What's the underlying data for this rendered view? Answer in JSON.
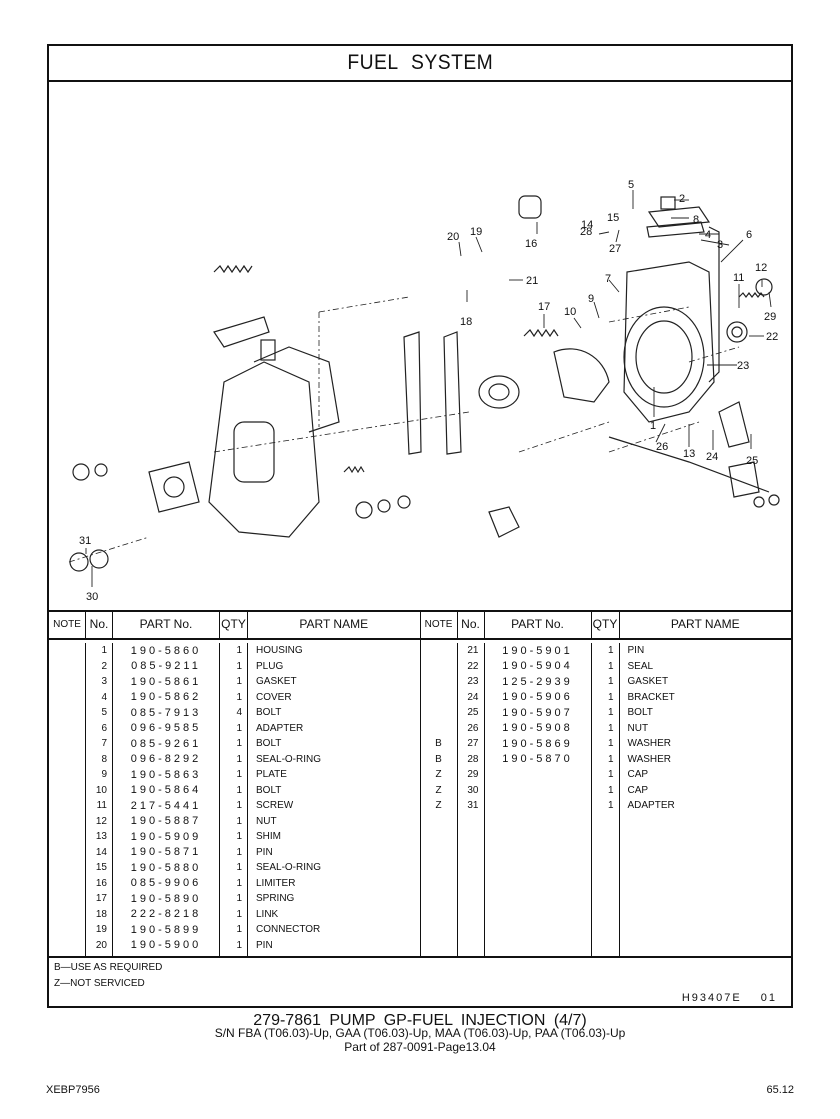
{
  "title": "FUEL SYSTEM",
  "diagram": {
    "callouts": [
      "1",
      "2",
      "3",
      "4",
      "5",
      "6",
      "7",
      "8",
      "9",
      "10",
      "11",
      "12",
      "13",
      "14",
      "15",
      "16",
      "17",
      "18",
      "19",
      "20",
      "21",
      "22",
      "23",
      "24",
      "25",
      "26",
      "27",
      "28",
      "29",
      "30",
      "31"
    ]
  },
  "table": {
    "headers": {
      "note": "NOTE",
      "no": "No.",
      "part_no": "PART No.",
      "qty": "QTY",
      "part_name": "PART NAME"
    },
    "left_rows": [
      {
        "note": "",
        "no": "1",
        "part_no": "190-5860",
        "qty": "1",
        "name": "HOUSING"
      },
      {
        "note": "",
        "no": "2",
        "part_no": "085-9211",
        "qty": "1",
        "name": "PLUG"
      },
      {
        "note": "",
        "no": "3",
        "part_no": "190-5861",
        "qty": "1",
        "name": "GASKET"
      },
      {
        "note": "",
        "no": "4",
        "part_no": "190-5862",
        "qty": "1",
        "name": "COVER"
      },
      {
        "note": "",
        "no": "5",
        "part_no": "085-7913",
        "qty": "4",
        "name": "BOLT"
      },
      {
        "note": "",
        "no": "6",
        "part_no": "096-9585",
        "qty": "1",
        "name": "ADAPTER"
      },
      {
        "note": "",
        "no": "7",
        "part_no": "085-9261",
        "qty": "1",
        "name": "BOLT"
      },
      {
        "note": "",
        "no": "8",
        "part_no": "096-8292",
        "qty": "1",
        "name": "SEAL-O-RING"
      },
      {
        "note": "",
        "no": "9",
        "part_no": "190-5863",
        "qty": "1",
        "name": "PLATE"
      },
      {
        "note": "",
        "no": "10",
        "part_no": "190-5864",
        "qty": "1",
        "name": "BOLT"
      },
      {
        "note": "",
        "no": "11",
        "part_no": "217-5441",
        "qty": "1",
        "name": "SCREW"
      },
      {
        "note": "",
        "no": "12",
        "part_no": "190-5887",
        "qty": "1",
        "name": "NUT"
      },
      {
        "note": "",
        "no": "13",
        "part_no": "190-5909",
        "qty": "1",
        "name": "SHIM"
      },
      {
        "note": "",
        "no": "14",
        "part_no": "190-5871",
        "qty": "1",
        "name": "PIN"
      },
      {
        "note": "",
        "no": "15",
        "part_no": "190-5880",
        "qty": "1",
        "name": "SEAL-O-RING"
      },
      {
        "note": "",
        "no": "16",
        "part_no": "085-9906",
        "qty": "1",
        "name": "LIMITER"
      },
      {
        "note": "",
        "no": "17",
        "part_no": "190-5890",
        "qty": "1",
        "name": "SPRING"
      },
      {
        "note": "",
        "no": "18",
        "part_no": "222-8218",
        "qty": "1",
        "name": "LINK"
      },
      {
        "note": "",
        "no": "19",
        "part_no": "190-5899",
        "qty": "1",
        "name": "CONNECTOR"
      },
      {
        "note": "",
        "no": "20",
        "part_no": "190-5900",
        "qty": "1",
        "name": "PIN"
      }
    ],
    "right_rows": [
      {
        "note": "",
        "no": "21",
        "part_no": "190-5901",
        "qty": "1",
        "name": "PIN"
      },
      {
        "note": "",
        "no": "22",
        "part_no": "190-5904",
        "qty": "1",
        "name": "SEAL"
      },
      {
        "note": "",
        "no": "23",
        "part_no": "125-2939",
        "qty": "1",
        "name": "GASKET"
      },
      {
        "note": "",
        "no": "24",
        "part_no": "190-5906",
        "qty": "1",
        "name": "BRACKET"
      },
      {
        "note": "",
        "no": "25",
        "part_no": "190-5907",
        "qty": "1",
        "name": "BOLT"
      },
      {
        "note": "",
        "no": "26",
        "part_no": "190-5908",
        "qty": "1",
        "name": "NUT"
      },
      {
        "note": "B",
        "no": "27",
        "part_no": "190-5869",
        "qty": "1",
        "name": "WASHER"
      },
      {
        "note": "B",
        "no": "28",
        "part_no": "190-5870",
        "qty": "1",
        "name": "WASHER"
      },
      {
        "note": "Z",
        "no": "29",
        "part_no": "",
        "qty": "1",
        "name": "CAP"
      },
      {
        "note": "Z",
        "no": "30",
        "part_no": "",
        "qty": "1",
        "name": "CAP"
      },
      {
        "note": "Z",
        "no": "31",
        "part_no": "",
        "qty": "1",
        "name": "ADAPTER"
      }
    ]
  },
  "notes": {
    "b": "B—USE AS REQUIRED",
    "z": "Z—NOT SERVICED",
    "illustration_ref": "H93407E",
    "illustration_rev": "01"
  },
  "caption": {
    "line1": "279-7861  PUMP GP-FUEL INJECTION (4/7)",
    "line2": "S/N FBA (T06.03)-Up, GAA (T06.03)-Up, MAA (T06.03)-Up, PAA (T06.03)-Up",
    "line3": "Part of 287-0091-Page13.04"
  },
  "footer": {
    "doc_id": "XEBP7956",
    "page": "65.12"
  }
}
